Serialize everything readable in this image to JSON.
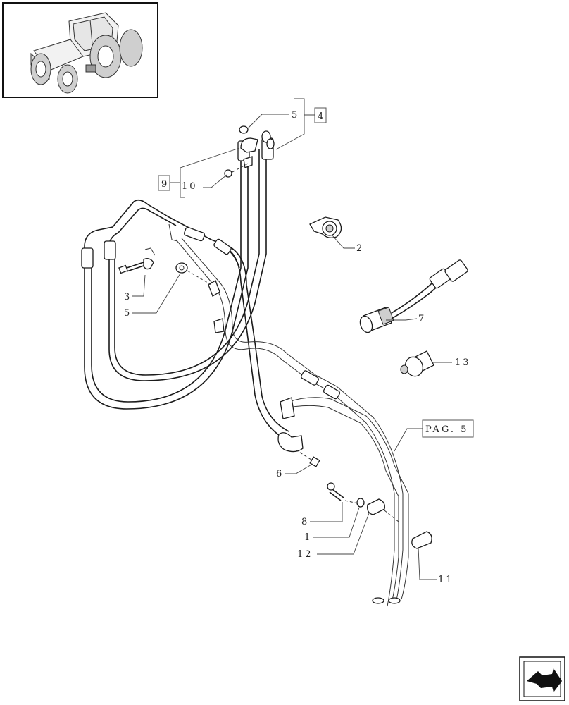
{
  "callouts": {
    "c1": "1",
    "c2": "2",
    "c3": "3",
    "c4": "4",
    "c5a": "5",
    "c5b": "5",
    "c6": "6",
    "c7": "7",
    "c8": "8",
    "c9": "9",
    "c10": "10",
    "c11": "11",
    "c12": "12",
    "c13": "13",
    "pag": "PAG. 5"
  },
  "icons": {
    "thumbnail": "tractor-icon",
    "nav": "next-page-arrow-icon"
  }
}
